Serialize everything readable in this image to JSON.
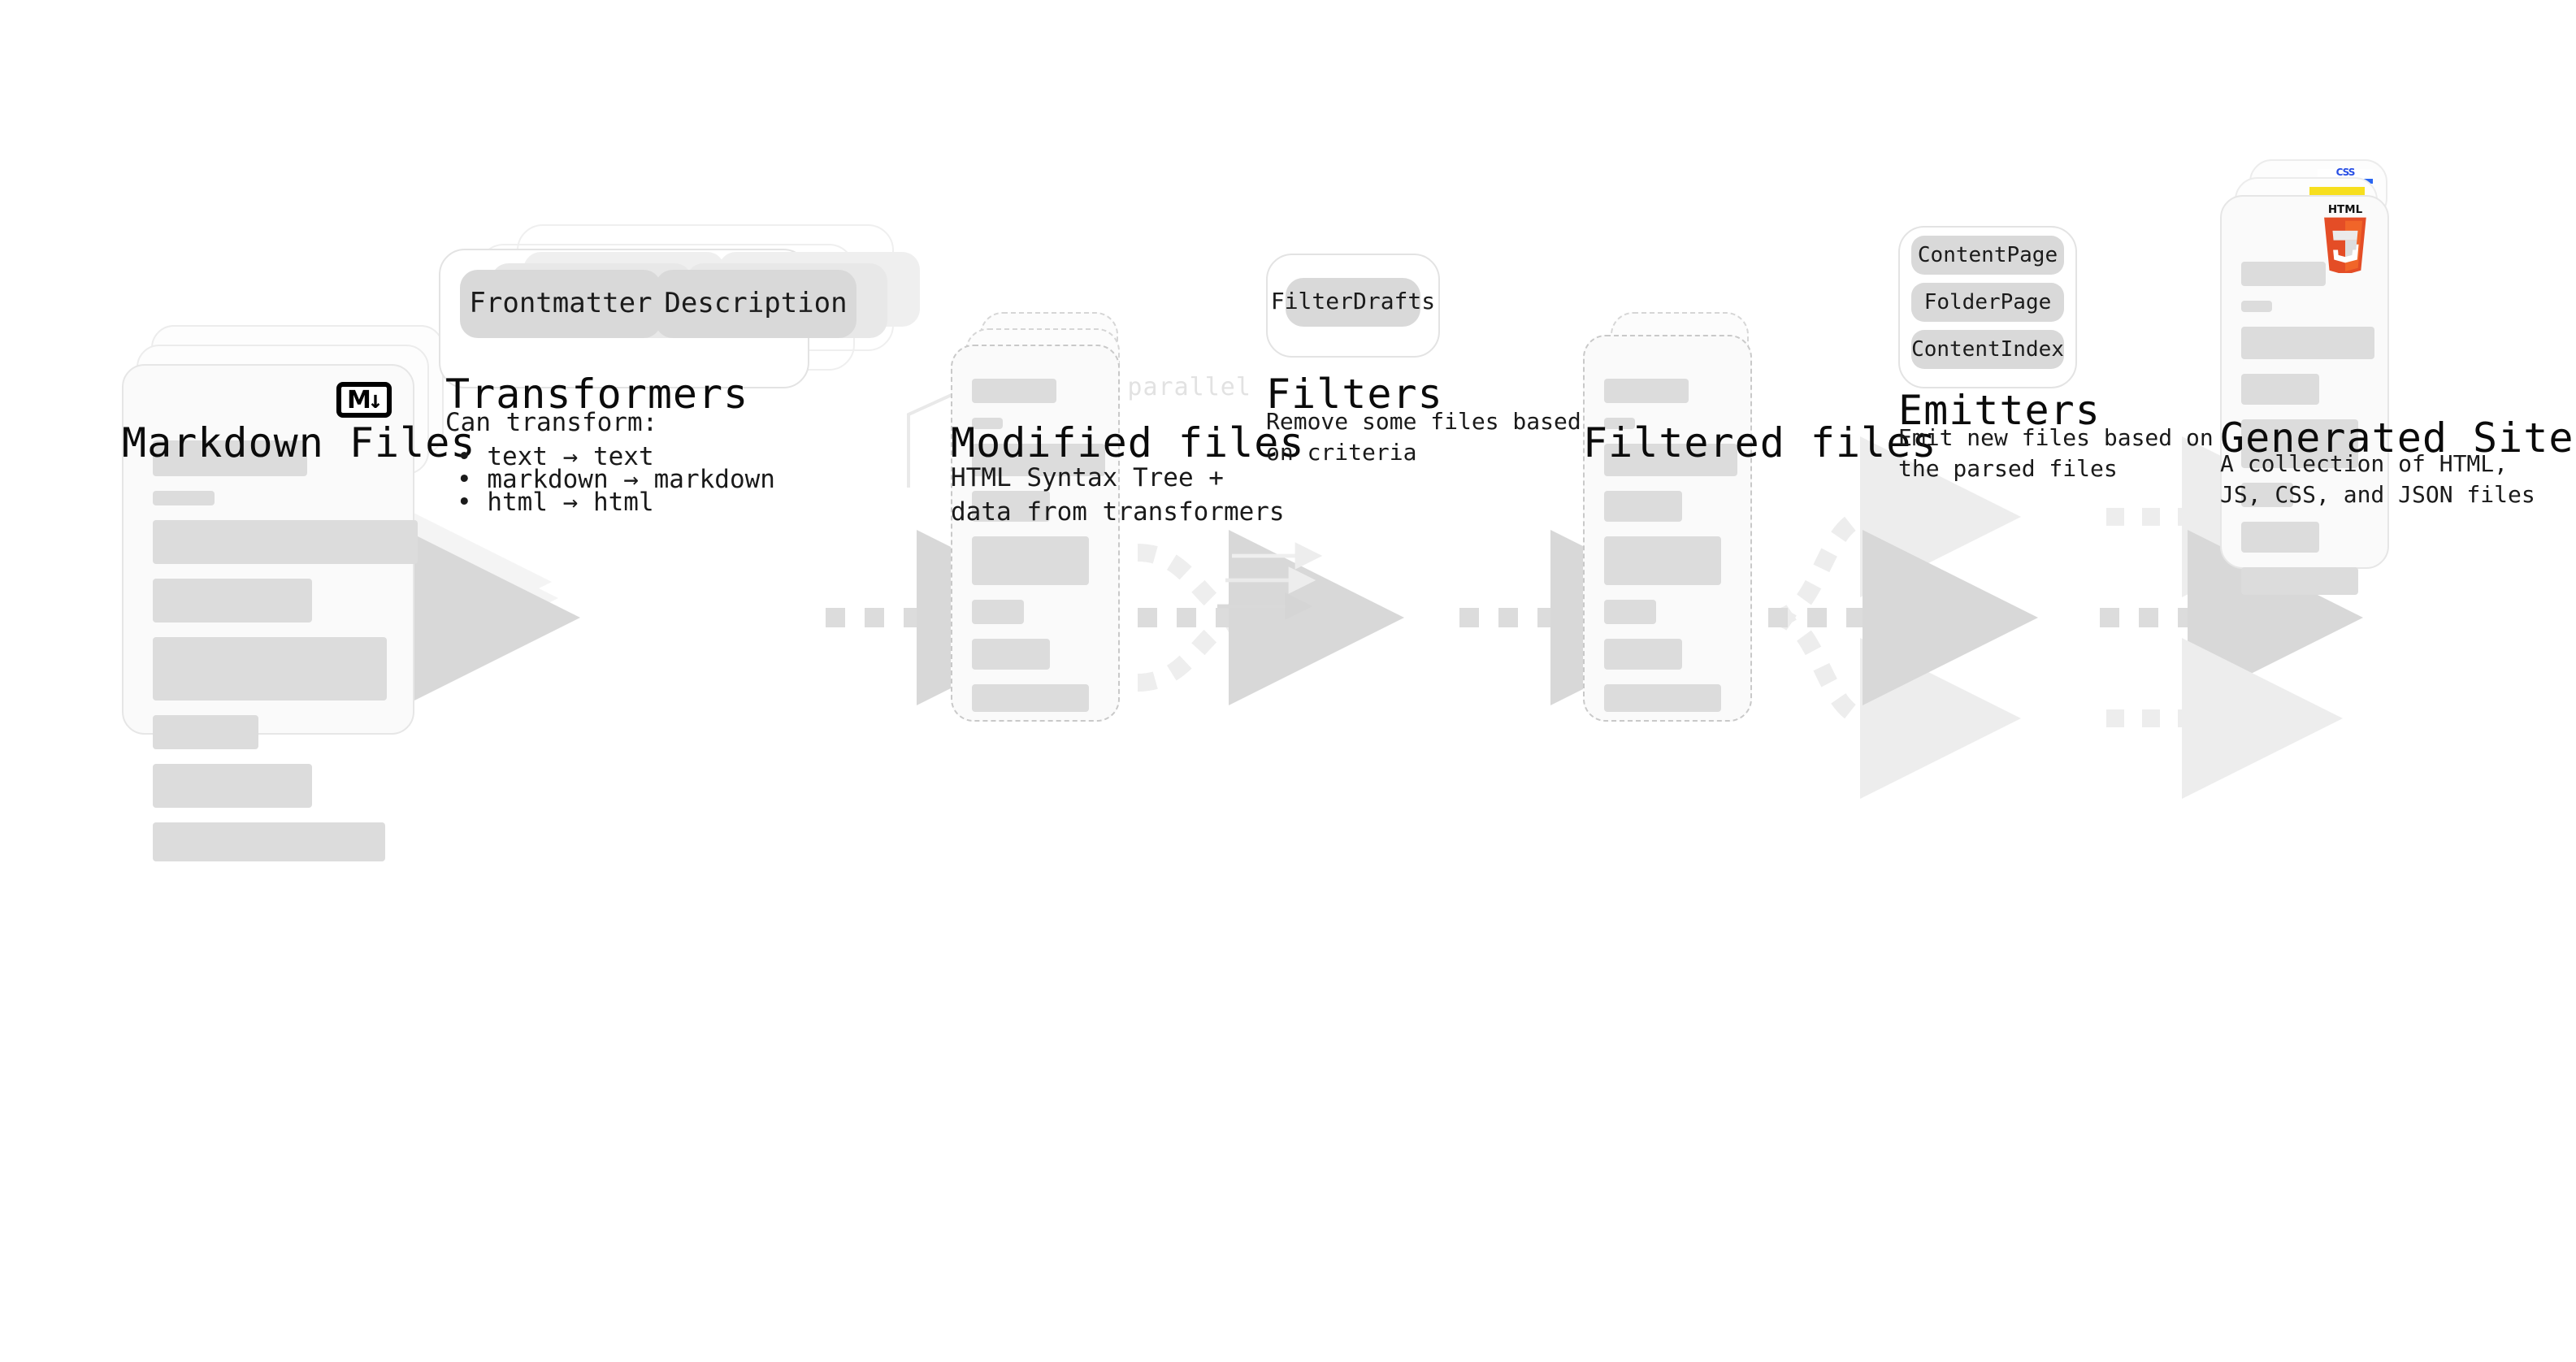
{
  "diagram": {
    "title_font_size": 25,
    "palette": {
      "bar": "#dcdcdc",
      "card_bg": "#fafafa",
      "card_border": "#e6e6e6",
      "chip_bg": "#d9d9d9",
      "arrow": "#d8d8d8",
      "arrow_faint": "#efefef",
      "ghost_text": "#e2e2e2",
      "markdown_badge": "#000000",
      "html5_orange": "#e44d26",
      "html5_orange_light": "#f16529",
      "css_blue": "#2965f1",
      "js_yellow": "#f7df1e"
    },
    "stages": [
      {
        "id": "markdown-files",
        "title": "Markdown Files",
        "subtitle": "",
        "icon": "markdown-badge",
        "icon_label": "M",
        "icon_arrow": "↓"
      },
      {
        "id": "transformers",
        "title": "Transformers",
        "subtitle": "Can transform:",
        "ghost_label": "Run in parallel",
        "chips": [
          "Frontmatter",
          "Description"
        ],
        "bullets": [
          "• text → text",
          "• markdown → markdown",
          "• html → html"
        ]
      },
      {
        "id": "modified-files",
        "title": "Modified files",
        "subtitle": "HTML Syntax Tree +\ndata from transformers"
      },
      {
        "id": "filters",
        "title": "Filters",
        "subtitle": "Remove some files based\non criteria",
        "chips": [
          "FilterDrafts"
        ]
      },
      {
        "id": "filtered-files",
        "title": "Filtered files",
        "subtitle": ""
      },
      {
        "id": "emitters",
        "title": "Emitters",
        "subtitle": "Emit new files based on\nthe parsed files",
        "chips": [
          "ContentPage",
          "FolderPage",
          "ContentIndex"
        ]
      },
      {
        "id": "generated-site",
        "title": "Generated Site",
        "subtitle": "A collection of HTML,\nJS, CSS, and JSON files",
        "icons": [
          "html5-icon",
          "css3-icon",
          "javascript-icon"
        ],
        "html5_wordmark": "HTML",
        "html5_digit": "5",
        "css_wordmark": "CSS"
      }
    ],
    "doc_bars": [
      {
        "w": 95,
        "h": 22
      },
      {
        "w": 38,
        "h": 9
      },
      {
        "w": 163,
        "h": 27
      },
      {
        "w": 98,
        "h": 27
      },
      {
        "w": 144,
        "h": 39
      },
      {
        "w": 65,
        "h": 21
      },
      {
        "w": 98,
        "h": 27
      },
      {
        "w": 143,
        "h": 24
      }
    ]
  }
}
